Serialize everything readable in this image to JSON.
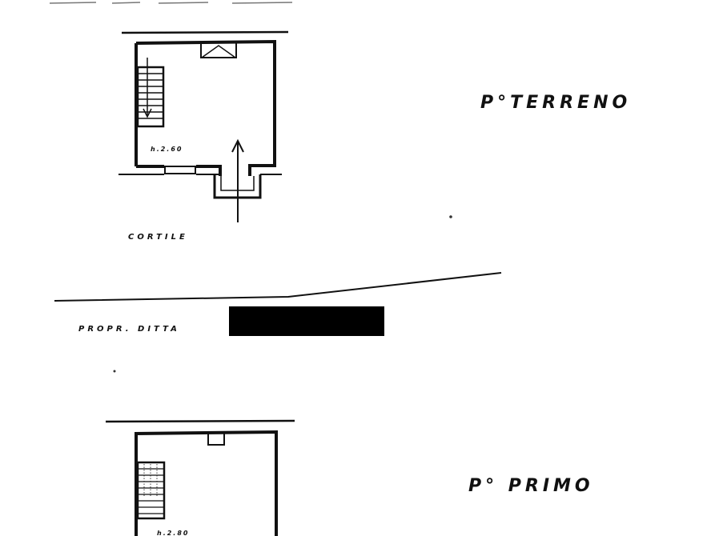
{
  "labels": {
    "floor_ground": "P°TERRENO",
    "floor_first": "P° PRIMO",
    "room_ground_height": "h.2.60",
    "room_first_height": "h.2.80",
    "courtyard": "CORTILE",
    "ownership": "PROPR. DITTA"
  },
  "colors": {
    "ink": "#111111",
    "paper": "#ffffff",
    "redaction": "#000000"
  }
}
